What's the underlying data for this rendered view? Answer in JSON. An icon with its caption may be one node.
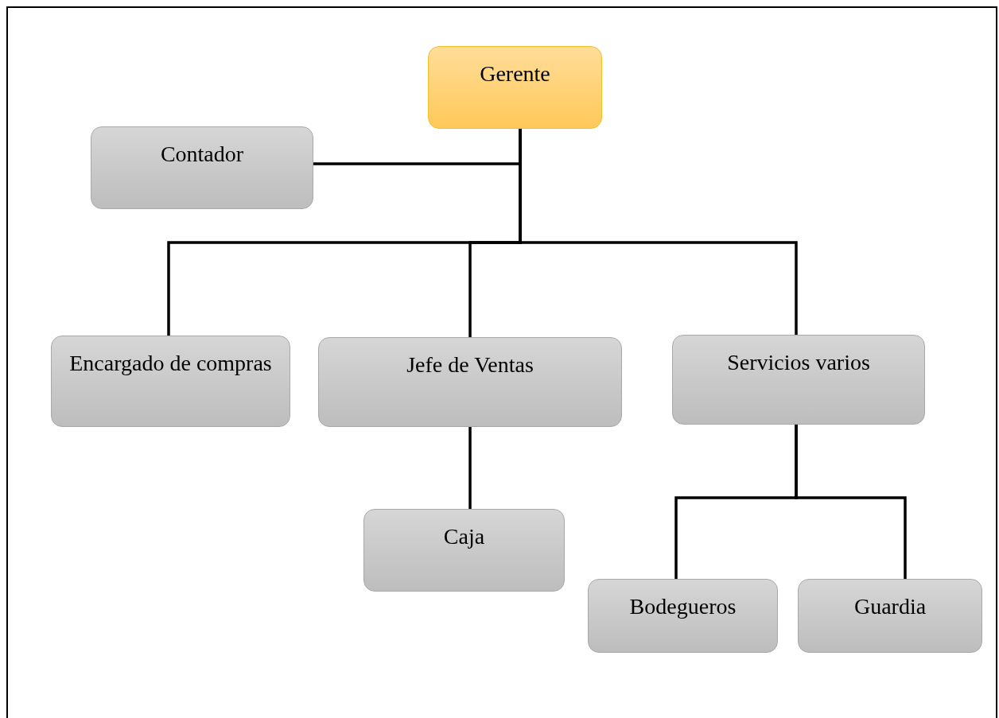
{
  "diagram": {
    "nodes": [
      {
        "text": [
          "Gerente"
        ]
      },
      {
        "text": [
          "Contador"
        ]
      },
      {
        "text": [
          "Encargado de compras"
        ]
      },
      {
        "text": [
          "Jefe de Ventas"
        ]
      },
      {
        "text": [
          "Servicios varios"
        ]
      },
      {
        "text": [
          "Caja"
        ]
      },
      {
        "text": [
          "Bodegueros"
        ]
      },
      {
        "text": [
          "Guardia"
        ]
      }
    ],
    "edges": [
      {
        "from": 0,
        "to": 1,
        "arrow": "none"
      },
      {
        "from": 0,
        "to": 2,
        "arrow": "none"
      },
      {
        "from": 0,
        "to": 3,
        "arrow": "none"
      },
      {
        "from": 0,
        "to": 4,
        "arrow": "none"
      },
      {
        "from": 3,
        "to": 5,
        "arrow": "none"
      },
      {
        "from": 4,
        "to": 6,
        "arrow": "none"
      },
      {
        "from": 4,
        "to": 7,
        "arrow": "none"
      }
    ]
  }
}
